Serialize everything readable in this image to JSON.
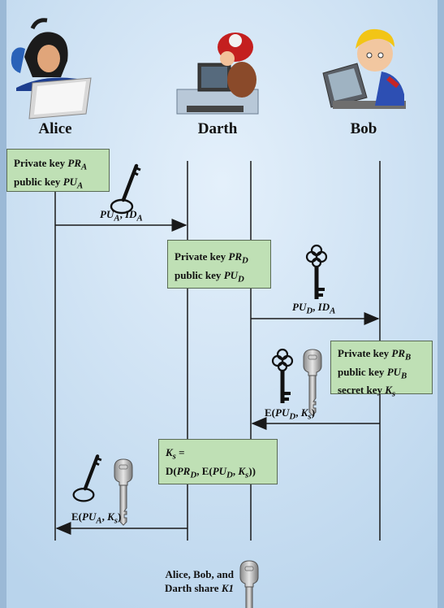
{
  "participants": {
    "alice": "Alice",
    "darth": "Darth",
    "bob": "Bob"
  },
  "boxes": {
    "alice_keys": {
      "line1": "Private key ",
      "v1": "PR",
      "s1": "A",
      "line2": "public key ",
      "v2": "PU",
      "s2": "A"
    },
    "darth_keys": {
      "line1": "Private key ",
      "v1": "PR",
      "s1": "D",
      "line2": "public key ",
      "v2": "PU",
      "s2": "D"
    },
    "bob_keys": {
      "line1": "Private key ",
      "v1": "PR",
      "s1": "B",
      "line2": "public key ",
      "v2": "PU",
      "s2": "B",
      "line3": "secret key ",
      "v3": "K",
      "s3": "s"
    },
    "darth_decrypt": {
      "line1_var": "K",
      "line1_sub": "s",
      "line1_eq": " =",
      "line2": "D(PR_D, E(PU_D, K_s))"
    }
  },
  "messages": {
    "m1": "PU_A, ID_A",
    "m2": "PU_D, ID_A",
    "m3": "E(PU_D, K_s)",
    "m4": "E(PU_A, K_s)"
  },
  "footer": {
    "line1": "Alice, Bob, and",
    "line2": "Darth share K1"
  },
  "colors": {
    "background": "#c9dff2",
    "box_fill": "#bfe0b5",
    "line": "#1a1a1a"
  }
}
